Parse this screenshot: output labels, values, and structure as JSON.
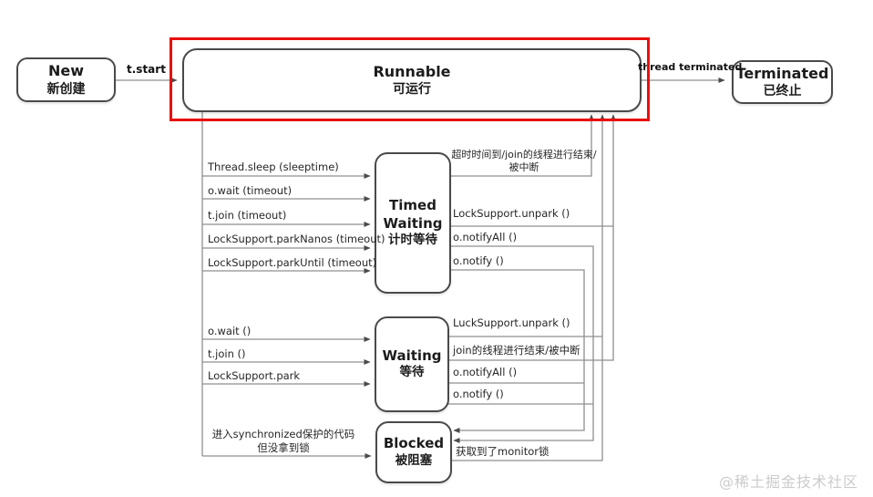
{
  "states": {
    "new": {
      "name": "New",
      "name_zh": "新创建"
    },
    "runnable": {
      "name": "Runnable",
      "name_zh": "可运行"
    },
    "terminated": {
      "name": "Terminated",
      "name_zh": "已终止"
    },
    "timed_waiting": {
      "name_line1": "Timed",
      "name_line2": "Waiting",
      "name_zh": "计时等待"
    },
    "waiting": {
      "name": "Waiting",
      "name_zh": "等待"
    },
    "blocked": {
      "name": "Blocked",
      "name_zh": "被阻塞"
    }
  },
  "edges": {
    "new_to_runnable": "t.start",
    "runnable_to_terminated": "thread terminated",
    "runnable_to_timed_waiting": [
      "Thread.sleep (sleeptime)",
      "o.wait (timeout)",
      "t.join (timeout)",
      "LockSupport.parkNanos (timeout)",
      "LockSupport.parkUntil (timeout)"
    ],
    "runnable_to_waiting": [
      "o.wait ()",
      "t.join ()",
      "LockSupport.park"
    ],
    "runnable_to_blocked": {
      "line1": "进入synchronized保护的代码",
      "line2": "但没拿到锁"
    },
    "timed_waiting_to_runnable": {
      "timeout_line1": "超时时间到/join的线程进行结束/",
      "timeout_line2": "被中断",
      "unpark": "LockSupport.unpark ()"
    },
    "timed_waiting_to_blocked": [
      "o.notifyAll ()",
      "o.notify ()"
    ],
    "waiting_to_runnable": [
      "LuckSupport.unpark ()",
      "join的线程进行结束/被中断"
    ],
    "waiting_to_blocked": [
      "o.notifyAll ()",
      "o.notify ()"
    ],
    "blocked_to_runnable": "获取到了monitor锁"
  },
  "watermark": "@稀土掘金技术社区",
  "colors": {
    "highlight_box": "#e8100f",
    "connector": "#8f8f8f",
    "state_border": "#4a4a4a"
  }
}
